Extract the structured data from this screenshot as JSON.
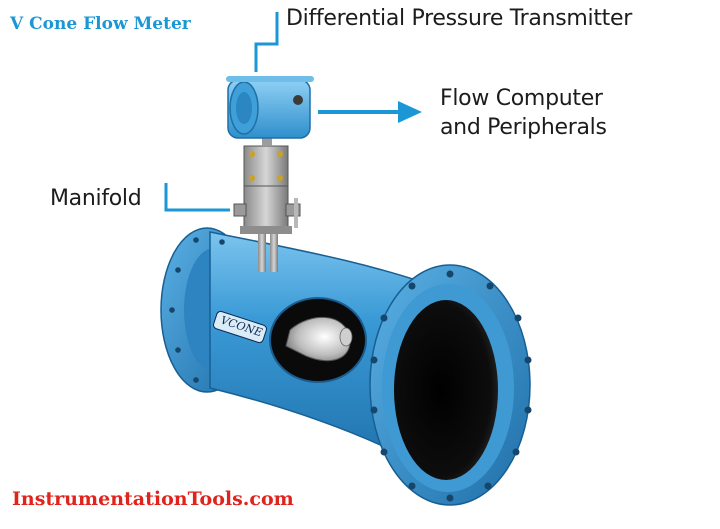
{
  "title": "V Cone Flow Meter",
  "labels": {
    "transmitter": "Differential Pressure Transmitter",
    "flow_computer_line1": "Flow Computer",
    "flow_computer_line2": "and Peripherals",
    "manifold": "Manifold"
  },
  "meter_brand": "VCONE",
  "watermark": "InstrumentationTools.com",
  "colors": {
    "title": "#1a97d4",
    "leader_lines": "#1a97d4",
    "meter_body": "#3a9ad6",
    "watermark": "#e0231c"
  }
}
